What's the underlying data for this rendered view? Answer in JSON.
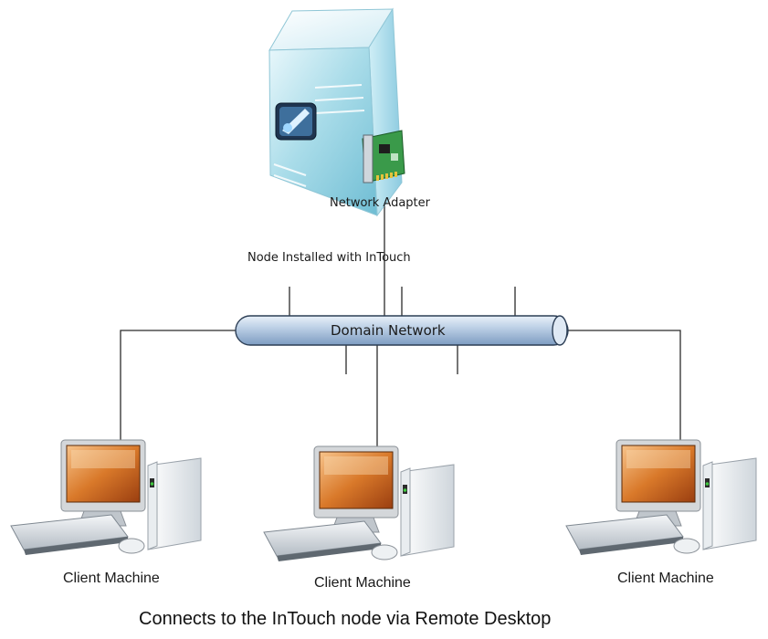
{
  "server": {
    "adapter_label": "Network Adapter",
    "node_label": "Node Installed with InTouch",
    "icon": "server-tower-icon",
    "adapter_icon": "network-card-icon"
  },
  "network": {
    "label": "Domain Network",
    "icon": "network-pipe-icon"
  },
  "clients": [
    {
      "label": "Client Machine",
      "icon": "desktop-computer-icon"
    },
    {
      "label": "Client Machine",
      "icon": "desktop-computer-icon"
    },
    {
      "label": "Client Machine",
      "icon": "desktop-computer-icon"
    }
  ],
  "caption": "Connects to the InTouch node via Remote Desktop",
  "colors": {
    "server_body": "#a9dce9",
    "network_pipe": "#b5c9e0",
    "adapter_card": "#3a9a4a",
    "monitor_screen": "#d9792a",
    "line": "#2b2b2b"
  }
}
